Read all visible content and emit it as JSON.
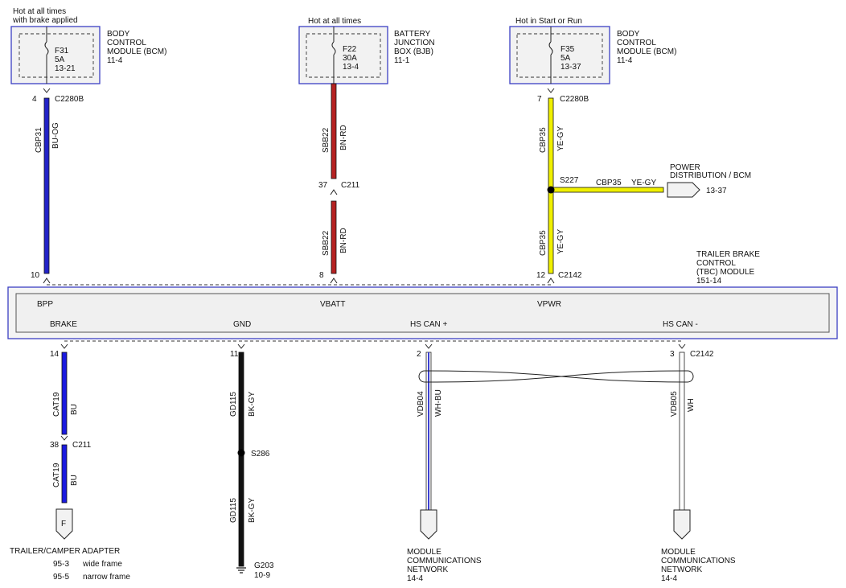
{
  "fuses": [
    {
      "supply": "Hot at all times",
      "supply2": "with brake applied",
      "name": "F31",
      "rating": "5A",
      "ref": "13-21",
      "module": [
        "BODY",
        "CONTROL",
        "MODULE (BCM)",
        "11-4"
      ]
    },
    {
      "supply": "Hot at all times",
      "supply2": "",
      "name": "F22",
      "rating": "30A",
      "ref": "13-4",
      "module": [
        "BATTERY",
        "JUNCTION",
        "BOX (BJB)",
        "11-1"
      ]
    },
    {
      "supply": "Hot in Start or Run",
      "supply2": "",
      "name": "F35",
      "rating": "5A",
      "ref": "13-37",
      "module": [
        "BODY",
        "CONTROL",
        "MODULE (BCM)",
        "11-4"
      ]
    }
  ],
  "wires_top": [
    {
      "circuit": "CBP31",
      "color": "BU-OG",
      "hex": "#2323c8",
      "pin_top": "4",
      "conn_top": "C2280B",
      "pin_bottom": "10"
    },
    {
      "circuit": "SBB22",
      "color": "BN-RD",
      "hex": "#b52222",
      "pin_top": "37",
      "conn_top": "C211",
      "pin_bottom": "8",
      "circuit2": "SBB22",
      "color2": "BN-RD"
    },
    {
      "circuit": "CBP35",
      "color": "YE-GY",
      "hex": "#f0f000",
      "pin_top": "7",
      "conn_top": "C2280B",
      "pin_bottom": "12",
      "conn_bottom": "C2142",
      "circuit2": "CBP35",
      "color2": "YE-GY"
    }
  ],
  "splice_top": {
    "name": "S227",
    "circuit": "CBP35",
    "color": "YE-GY",
    "dest": [
      "POWER",
      "DISTRIBUTION / BCM"
    ],
    "dest_ref": "13-37"
  },
  "tbc_module": {
    "title": [
      "TRAILER BRAKE",
      "CONTROL",
      "(TBC) MODULE",
      "151-14"
    ],
    "pins_top": [
      "BPP",
      "VBATT",
      "VPWR"
    ],
    "pins_bottom": [
      "BRAKE",
      "GND",
      "HS CAN +",
      "HS CAN -"
    ]
  },
  "wires_bottom": [
    {
      "pin": "14",
      "circuit": "CAT19",
      "color": "BU",
      "hex": "#1a1ae0",
      "conn2_pin": "38",
      "conn2": "C211",
      "circuit2": "CAT19",
      "color2": "BU"
    },
    {
      "pin": "11",
      "circuit": "GD115",
      "color": "BK-GY",
      "hex": "#111111",
      "splice": "S286",
      "circuit2": "GD115",
      "color2": "BK-GY"
    },
    {
      "pin": "2",
      "circuit": "VDB04",
      "color": "WH-BU",
      "hex": "#3b3fd0"
    },
    {
      "pin": "3",
      "conn": "C2142",
      "circuit": "VDB05",
      "color": "WH",
      "hex": "#ffffff"
    }
  ],
  "terminals": {
    "trailer": {
      "letter": "F",
      "title": "TRAILER/CAMPER ADAPTER",
      "refs": [
        {
          "ref": "95-3",
          "desc": "wide frame"
        },
        {
          "ref": "95-5",
          "desc": "narrow frame"
        }
      ]
    },
    "ground": {
      "name": "G203",
      "ref": "10-9"
    },
    "network1": [
      "MODULE",
      "COMMUNICATIONS",
      "NETWORK",
      "14-4"
    ],
    "network2": [
      "MODULE",
      "COMMUNICATIONS",
      "NETWORK",
      "14-4"
    ]
  }
}
